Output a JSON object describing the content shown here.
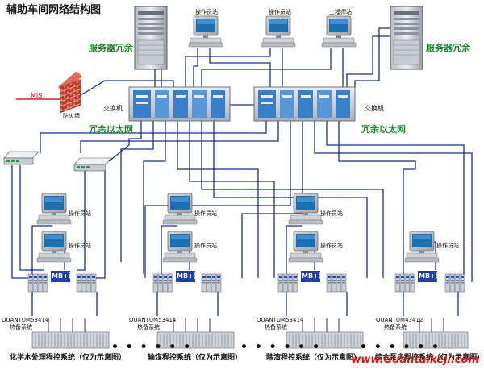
{
  "title": "辅助车间网络结构图",
  "labels": {
    "server_redundant": "服务器冗余",
    "switch": "交换机",
    "ethernet_redundant": "冗余以太网",
    "operator_station": "操作员站",
    "engineer_station": "工程师站",
    "firewall": "防火墙",
    "mis": "MIS",
    "mb_net": "MB+网",
    "dots": "• • • • • •"
  },
  "systems": [
    {
      "name": "化学水处理程控系统（仅为示意图）",
      "plc_model": "QUANTUM53414",
      "plc_note": "热备系统"
    },
    {
      "name": "输煤程控系统（仅为示意图）",
      "plc_model": "QUANTUM53414",
      "plc_note": "热备系统"
    },
    {
      "name": "除渣程控系统（仅为示意图）",
      "plc_model": "QUANTUM53414",
      "plc_note": "热备系统"
    },
    {
      "name": "综合泵房程控系统（仅为示意图）",
      "plc_model": "QUANTUM43412",
      "plc_note": "热备系统"
    }
  ],
  "watermark": "www.Guantaikeji.com",
  "colors": {
    "line_blue": "#1a2f8f",
    "line_red": "#cc2020",
    "label_green": "#1f8a2e",
    "switch_blue": "#3a7ec8",
    "mb_panel": "#1f3fa8"
  },
  "icons": [
    "server-icon",
    "workstation-icon",
    "firewall-icon",
    "switch-icon",
    "hub-icon",
    "plc-rack-icon",
    "io-rack-icon"
  ]
}
